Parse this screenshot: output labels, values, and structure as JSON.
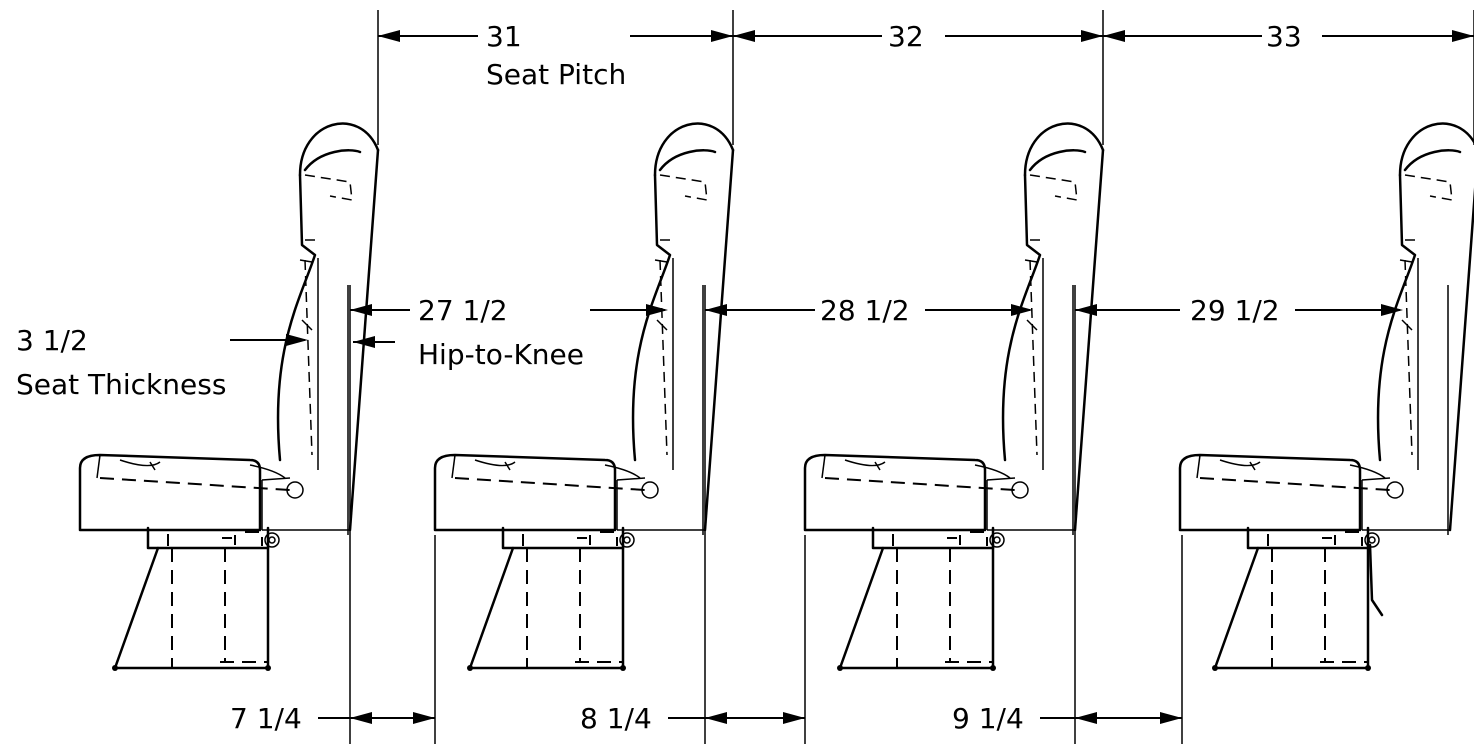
{
  "labels": {
    "pitch_1": "31",
    "pitch_2": "32",
    "pitch_3": "33",
    "seat_pitch": "Seat Pitch",
    "hip_knee_1": "27 1/2",
    "hip_knee_2": "28 1/2",
    "hip_knee_3": "29 1/2",
    "hip_to_knee": "Hip-to-Knee",
    "thickness_value": "3 1/2",
    "seat_thickness": "Seat Thickness",
    "gap_1": "7 1/4",
    "gap_2": "8 1/4",
    "gap_3": "9 1/4"
  },
  "seats": [
    {
      "name": "seat-1"
    },
    {
      "name": "seat-2"
    },
    {
      "name": "seat-3"
    },
    {
      "name": "seat-4"
    }
  ]
}
